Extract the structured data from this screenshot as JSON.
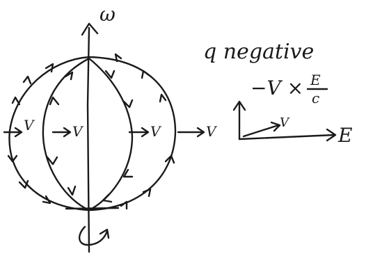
{
  "diagram": {
    "axis_label": "ω",
    "caption": "q negative",
    "formula": {
      "sign_and_v": "−V ×",
      "numerator": "E",
      "denominator": "c"
    },
    "velocity_label": "V",
    "field_label": "E",
    "inline_arrow_labels": [
      "→V",
      "→V",
      "→V",
      "→V"
    ]
  }
}
